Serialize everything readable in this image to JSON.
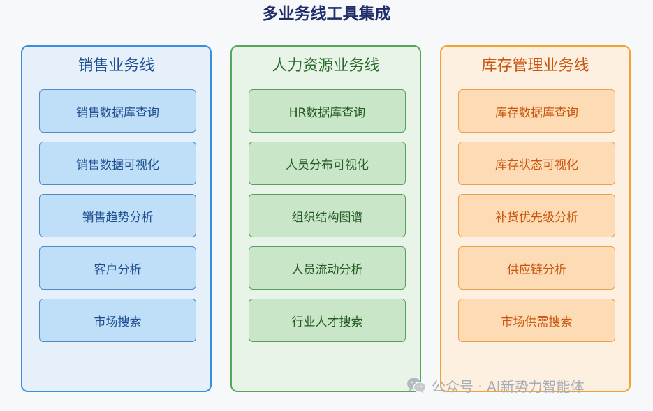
{
  "title": "多业务线工具集成",
  "business_lines": [
    {
      "name": "销售业务线",
      "color": "#3a8ee0",
      "tools": [
        "销售数据库查询",
        "销售数据可视化",
        "销售趋势分析",
        "客户分析",
        "市场搜索"
      ]
    },
    {
      "name": "人力资源业务线",
      "color": "#57a657",
      "tools": [
        "HR数据库查询",
        "人员分布可视化",
        "组织结构图谱",
        "人员流动分析",
        "行业人才搜索"
      ]
    },
    {
      "name": "库存管理业务线",
      "color": "#f2a233",
      "tools": [
        "库存数据库查询",
        "库存状态可视化",
        "补货优先级分析",
        "供应链分析",
        "市场供需搜索"
      ]
    }
  ],
  "watermark": {
    "icon": "wechat-icon",
    "text": "公众号 · AI新势力智能体"
  }
}
